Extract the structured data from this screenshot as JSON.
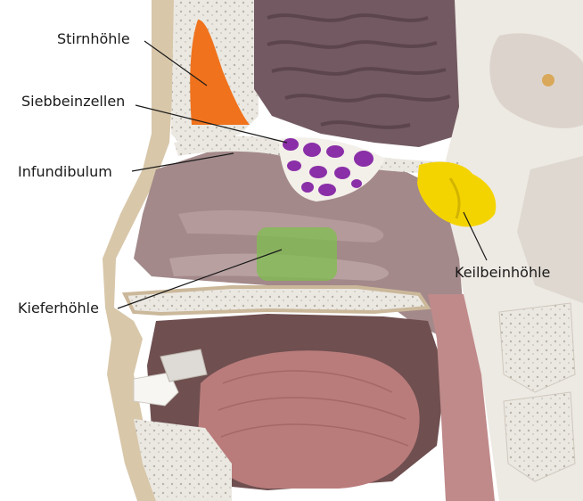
{
  "labels": {
    "stirnhoehle": "Stirnhöhle",
    "siebbeinzellen": "Siebbeinzellen",
    "infundibulum": "Infundibulum",
    "kieferhoehle": "Kieferhöhle",
    "keilbeinhoehle": "Keilbeinhöhle"
  },
  "colors": {
    "stirnhoehle": "#f0721c",
    "siebbeinzellen": "#8a2fa8",
    "kieferhoehle": "#7fbf4d",
    "keilbeinhoehle": "#f4d400",
    "bone": "#f0ede8",
    "cartilage_border": "#cbb89a",
    "brain": "#7a5f66",
    "mucosa": "#a88c8d",
    "tongue": "#b87a7a"
  }
}
